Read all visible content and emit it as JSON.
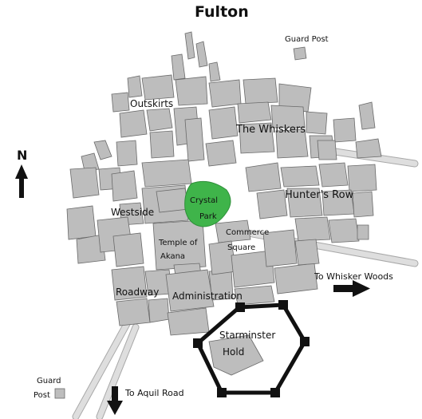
{
  "map": {
    "title": "Fulton",
    "compass": "N",
    "districts": {
      "outskirts": "Outskirts",
      "whiskers": "The Whiskers",
      "hunters_row": "Hunter's Row",
      "westside": "Westside",
      "crystal_park_1": "Crystal",
      "crystal_park_2": "Park",
      "commerce_1": "Commerce",
      "commerce_2": "Square",
      "temple_1": "Temple of",
      "temple_2": "Akana",
      "roadway": "Roadway",
      "administration": "Administration",
      "starminster_1": "Starminster",
      "starminster_2": "Hold"
    },
    "guard_post_top": "Guard Post",
    "guard_post_bottom_1": "Guard",
    "guard_post_bottom_2": "Post",
    "to_whisker_woods": "To Whisker Woods",
    "to_aquil_road": "To Aquil Road",
    "colors": {
      "building": "#bdbdbd",
      "building_outline": "#6a6a6a",
      "park": "#3fb44a",
      "wall": "#111111"
    }
  }
}
